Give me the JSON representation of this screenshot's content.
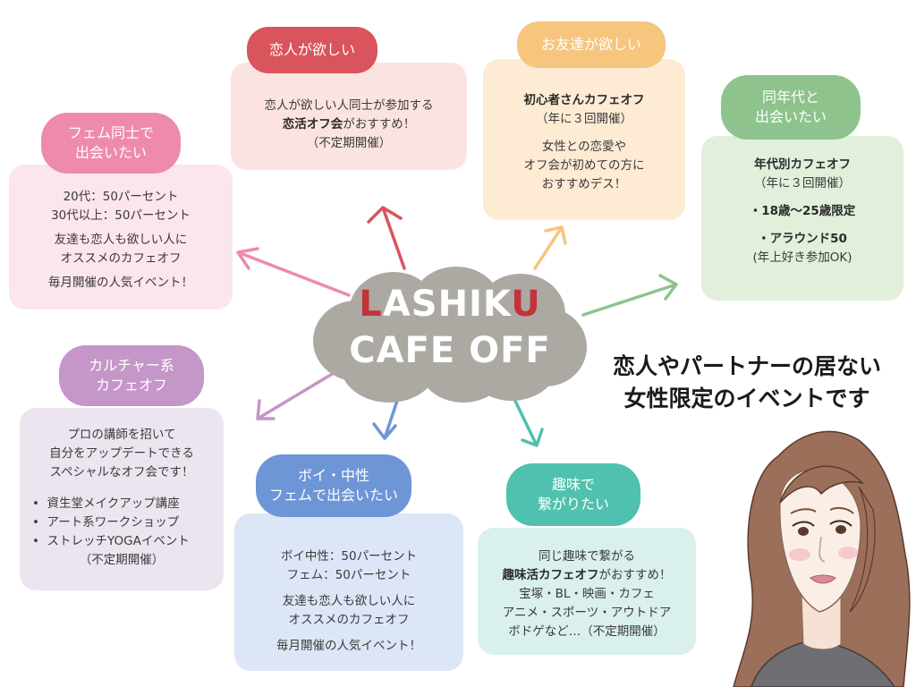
{
  "center": {
    "line1_L": "L",
    "line1_mid": "ASHIK",
    "line1_U": "U",
    "line2": "CAFE OFF",
    "accent": "#c4333a"
  },
  "tagline": {
    "line1": "恋人やパートナーの居ない",
    "line2": "女性限定のイベントです"
  },
  "nodes": {
    "koibito": {
      "title": "恋人が欲しい",
      "color": "#d9545c",
      "bg": "#fbe3e1",
      "line1": "恋人が欲しい人同士が参加する",
      "line2_bold": "恋活オフ会",
      "line2_rest": "がおすすめ！",
      "line3": "（不定期開催）"
    },
    "tomodachi": {
      "title": "お友達が欲しい",
      "color": "#f6c57e",
      "bg": "#fdebd3",
      "line1": "初心者さんカフェオフ",
      "line2": "（年に３回開催）",
      "line3": "女性との恋愛や",
      "line4": "オフ会が初めての方に",
      "line5": "おすすめデス！"
    },
    "nendai": {
      "title_line1": "同年代と",
      "title_line2": "出会いたい",
      "color": "#8ec38e",
      "bg": "#e1efdb",
      "line1": "年代別カフェオフ",
      "line2": "（年に３回開催）",
      "line3": "・18歳〜25歳限定",
      "line4": "・アラウンド50",
      "line5": "(年上好き参加OK)"
    },
    "femu": {
      "title_line1": "フェム同士で",
      "title_line2": "出会いたい",
      "color": "#ee8aad",
      "bg": "#fbe5ee",
      "line1": "20代：50パーセント",
      "line2": "30代以上：50パーセント",
      "line3": "友達も恋人も欲しい人に",
      "line4": "オススメのカフェオフ",
      "line5": "毎月開催の人気イベント！"
    },
    "culture": {
      "title_line1": "カルチャー系",
      "title_line2": "カフェオフ",
      "color": "#c596c8",
      "bg": "#ece5f0",
      "line1": "プロの講師を招いて",
      "line2": "自分をアップデートできる",
      "line3": "スペシャルなオフ会です！",
      "bullets": [
        "資生堂メイクアップ講座",
        "アート系ワークショップ",
        "ストレッチYOGAイベント"
      ],
      "line4": "（不定期開催）"
    },
    "boi": {
      "title_line1": "ボイ・中性",
      "title_line2": "フェムで出会いたい",
      "color": "#6e95d6",
      "bg": "#dde6f6",
      "line1": "ボイ中性：50パーセント",
      "line2": "フェム：50パーセント",
      "line3": "友達も恋人も欲しい人に",
      "line4": "オススメのカフェオフ",
      "line5": "毎月開催の人気イベント！"
    },
    "shumi": {
      "title_line1": "趣味で",
      "title_line2": "繋がりたい",
      "color": "#4fc1ae",
      "bg": "#d9f0ec",
      "line1": "同じ趣味で繋がる",
      "line2_bold": "趣味活カフェオフ",
      "line2_rest": "がおすすめ！",
      "line3": "宝塚・BL・映画・カフェ",
      "line4": "アニメ・スポーツ・アウトドア",
      "line5": "ボドゲなど…（不定期開催）"
    }
  }
}
